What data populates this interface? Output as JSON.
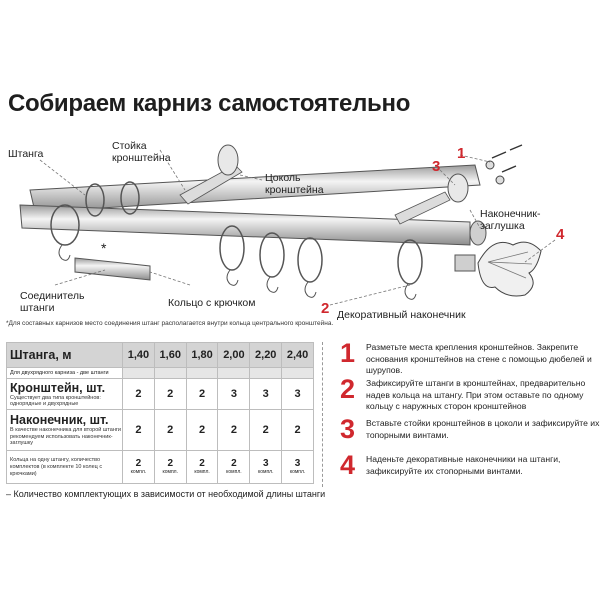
{
  "title": "Собираем карниз самостоятельно",
  "labels": {
    "shtanga": "Штанга",
    "stoyka": "Стойка\nкронштейна",
    "tsokol": "Цоколь\nкронштейна",
    "nakonechnik_zaglushka": "Наконечник-\nзаглушка",
    "soedinitel": "Соединитель\nштанги",
    "koltso": "Кольцо с крючком",
    "dekor": "Декоративный наконечник",
    "star": "*"
  },
  "callouts": [
    "1",
    "2",
    "3",
    "4"
  ],
  "footnote": "*Для составных карнизов место соединения штанг располагается внутри кольца центрального кронштейна.",
  "table": {
    "header_label": "Штанга, м",
    "lengths": [
      "1,40",
      "1,60",
      "1,80",
      "2,00",
      "2,20",
      "2,40"
    ],
    "subheader": "Для двухрядного карниза - две штанги",
    "rows": [
      {
        "title": "Кронштейн, шт.",
        "note": "Существует два типа кронштейнов: однорядные и двухрядные",
        "values": [
          "2",
          "2",
          "2",
          "3",
          "3",
          "3"
        ]
      },
      {
        "title": "Наконечник, шт.",
        "note": "В качестве наконечника для второй штанги рекомендуем использовать наконечник-заглушку",
        "values": [
          "2",
          "2",
          "2",
          "2",
          "2",
          "2"
        ]
      },
      {
        "title": "",
        "note": "Кольца на одну штангу, количество комплектов (в комплекте 10 колец с крючками)",
        "values": [
          "2",
          "2",
          "2",
          "2",
          "3",
          "3"
        ],
        "unit": "компл."
      }
    ]
  },
  "footer_note": "– Количество комплектующих в зависимости от необходимой длины штанги",
  "steps": [
    {
      "number": "1",
      "text": "Разметьте места крепления кронштейнов. Закрепите основания кронштейнов на стене с помощью дюбелей и шурупов."
    },
    {
      "number": "2",
      "text": "Зафиксируйте штанги в кронштейнах, предварительно надев кольца на штангу. При этом оставьте по одному кольцу с наружных сторон кронштейнов"
    },
    {
      "number": "3",
      "text": "Вставьте стойки кронштейнов в цоколи и зафиксируйте их топорными винтами."
    },
    {
      "number": "4",
      "text": "Наденьте декоративные наконечники на штанги, зафиксируйте их стопорными винтами."
    }
  ],
  "colors": {
    "accent": "#d0282e",
    "header_gray": "#d4d4d4",
    "subheader_gray": "#e6e6e6"
  }
}
